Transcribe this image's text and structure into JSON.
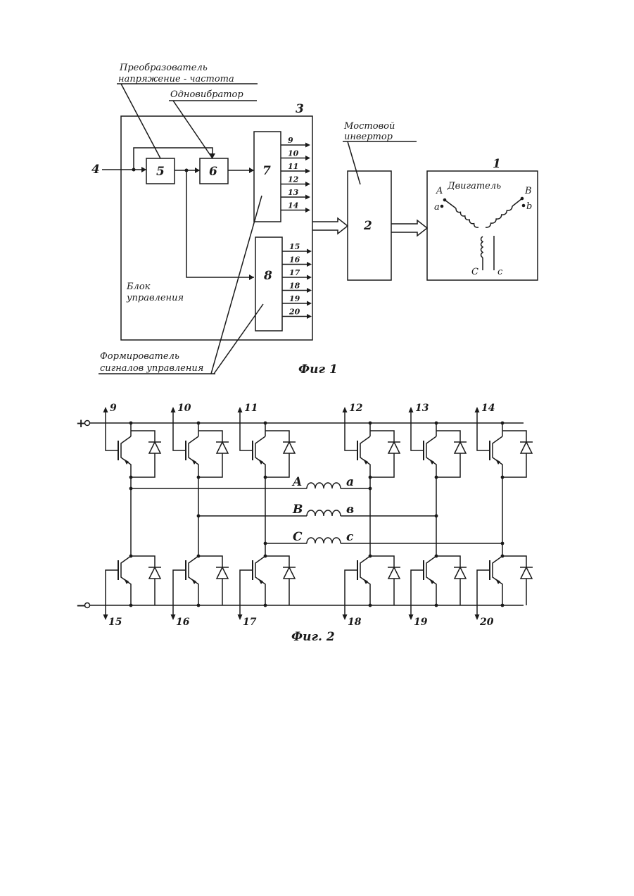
{
  "fig1": {
    "caption": "Фиг 1",
    "labels": {
      "converter_line1": "Преобразователь",
      "converter_line2": "напряжение - частота",
      "one_shot": "Одновибратор",
      "bridge_inverter_line1": "Мостовой",
      "bridge_inverter_line2": "инвертор",
      "control_block_line1": "Блок",
      "control_block_line2": "управления",
      "shaper_line1": "Формирователь",
      "shaper_line2": "сигналов управления",
      "motor": "Двигатель"
    },
    "numbers": {
      "input": "4",
      "block5": "5",
      "block6": "6",
      "block7": "7",
      "block8": "8",
      "block2": "2",
      "block3": "3",
      "block1": "1"
    },
    "outputs_7": [
      "9",
      "10",
      "11",
      "12",
      "13",
      "14"
    ],
    "outputs_8": [
      "15",
      "16",
      "17",
      "18",
      "19",
      "20"
    ],
    "motor_terminals": {
      "A": "A",
      "a": "a",
      "B": "B",
      "b": "b",
      "C": "C",
      "c": "c"
    }
  },
  "fig2": {
    "caption": "Фиг. 2",
    "plus": "+",
    "minus": "−",
    "top_signals": [
      "9",
      "10",
      "11",
      "12",
      "13",
      "14"
    ],
    "bottom_signals": [
      "15",
      "16",
      "17",
      "18",
      "19",
      "20"
    ],
    "windings": [
      {
        "start": "A",
        "end": "a"
      },
      {
        "start": "B",
        "end": "в"
      },
      {
        "start": "C",
        "end": "c"
      }
    ]
  }
}
